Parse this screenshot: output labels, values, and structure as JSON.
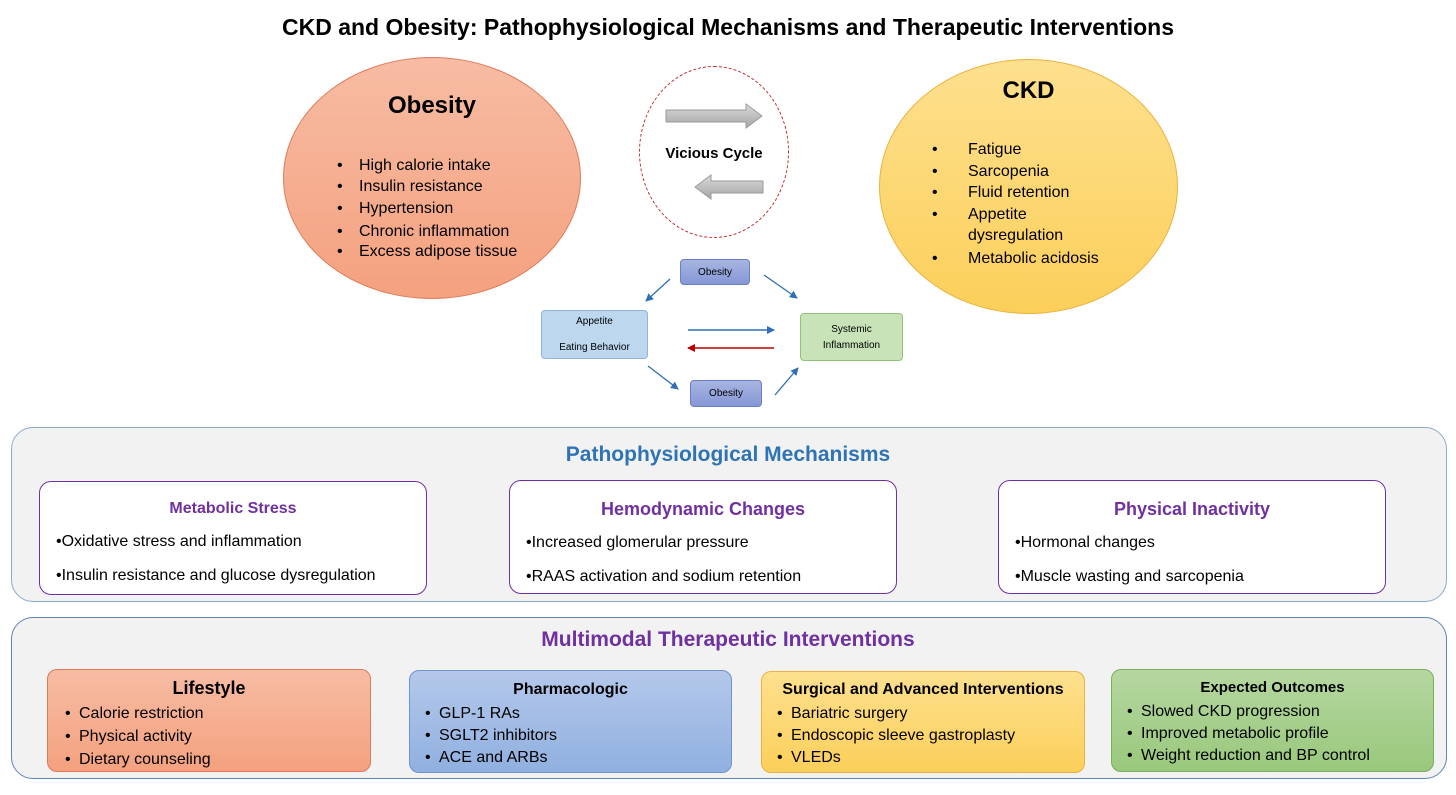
{
  "title": "CKD and Obesity: Pathophysiological Mechanisms and Therapeutic Interventions",
  "obesity": {
    "title": "Obesity",
    "items": [
      "High calorie intake",
      "Insulin resistance",
      "Hypertension",
      "Chronic inflammation",
      "Excess adipose tissue"
    ]
  },
  "ckd": {
    "title": "CKD",
    "items": [
      "Fatigue",
      "Sarcopenia",
      "Fluid retention",
      "Appetite dysregulation",
      "Metabolic acidosis"
    ]
  },
  "cycle": {
    "label": "Vicious Cycle"
  },
  "flow": {
    "top": "Obesity",
    "bottom": "Obesity",
    "left_line1": "Appetite",
    "left_line2": "Eating Behavior",
    "right_line1": "Systemic",
    "right_line2": "Inflammation"
  },
  "mechanisms": {
    "title": "Pathophysiological Mechanisms",
    "cards": [
      {
        "title": "Metabolic Stress",
        "items": [
          "•Oxidative stress and inflammation",
          "•Insulin resistance and glucose dysregulation"
        ]
      },
      {
        "title": "Hemodynamic Changes",
        "items": [
          "•Increased glomerular pressure",
          "•RAAS activation and sodium retention"
        ]
      },
      {
        "title": "Physical Inactivity",
        "items": [
          "•Hormonal changes",
          "•Muscle wasting and sarcopenia"
        ]
      }
    ]
  },
  "therapeutics": {
    "title": "Multimodal Therapeutic Interventions",
    "cards": [
      {
        "title": "Lifestyle",
        "items": [
          "Calorie restriction",
          "Physical activity",
          "Dietary counseling"
        ]
      },
      {
        "title": "Pharmacologic",
        "items": [
          "GLP-1 RAs",
          "SGLT2 inhibitors",
          "ACE and ARBs"
        ]
      },
      {
        "title": "Surgical and Advanced Interventions",
        "items": [
          "Bariatric surgery",
          "Endoscopic sleeve gastroplasty",
          "VLEDs"
        ]
      },
      {
        "title": "Expected Outcomes",
        "items": [
          "Slowed CKD progression",
          "Improved metabolic profile",
          "Weight reduction and BP control"
        ]
      }
    ]
  },
  "colors": {
    "mechanism_title": "#2e74b5",
    "therapeutic_title": "#7030a0",
    "card_border": "#7030a0",
    "arrow_blue": "#2e6fb7",
    "arrow_red": "#c00000",
    "cycle_border": "#c0292b"
  }
}
